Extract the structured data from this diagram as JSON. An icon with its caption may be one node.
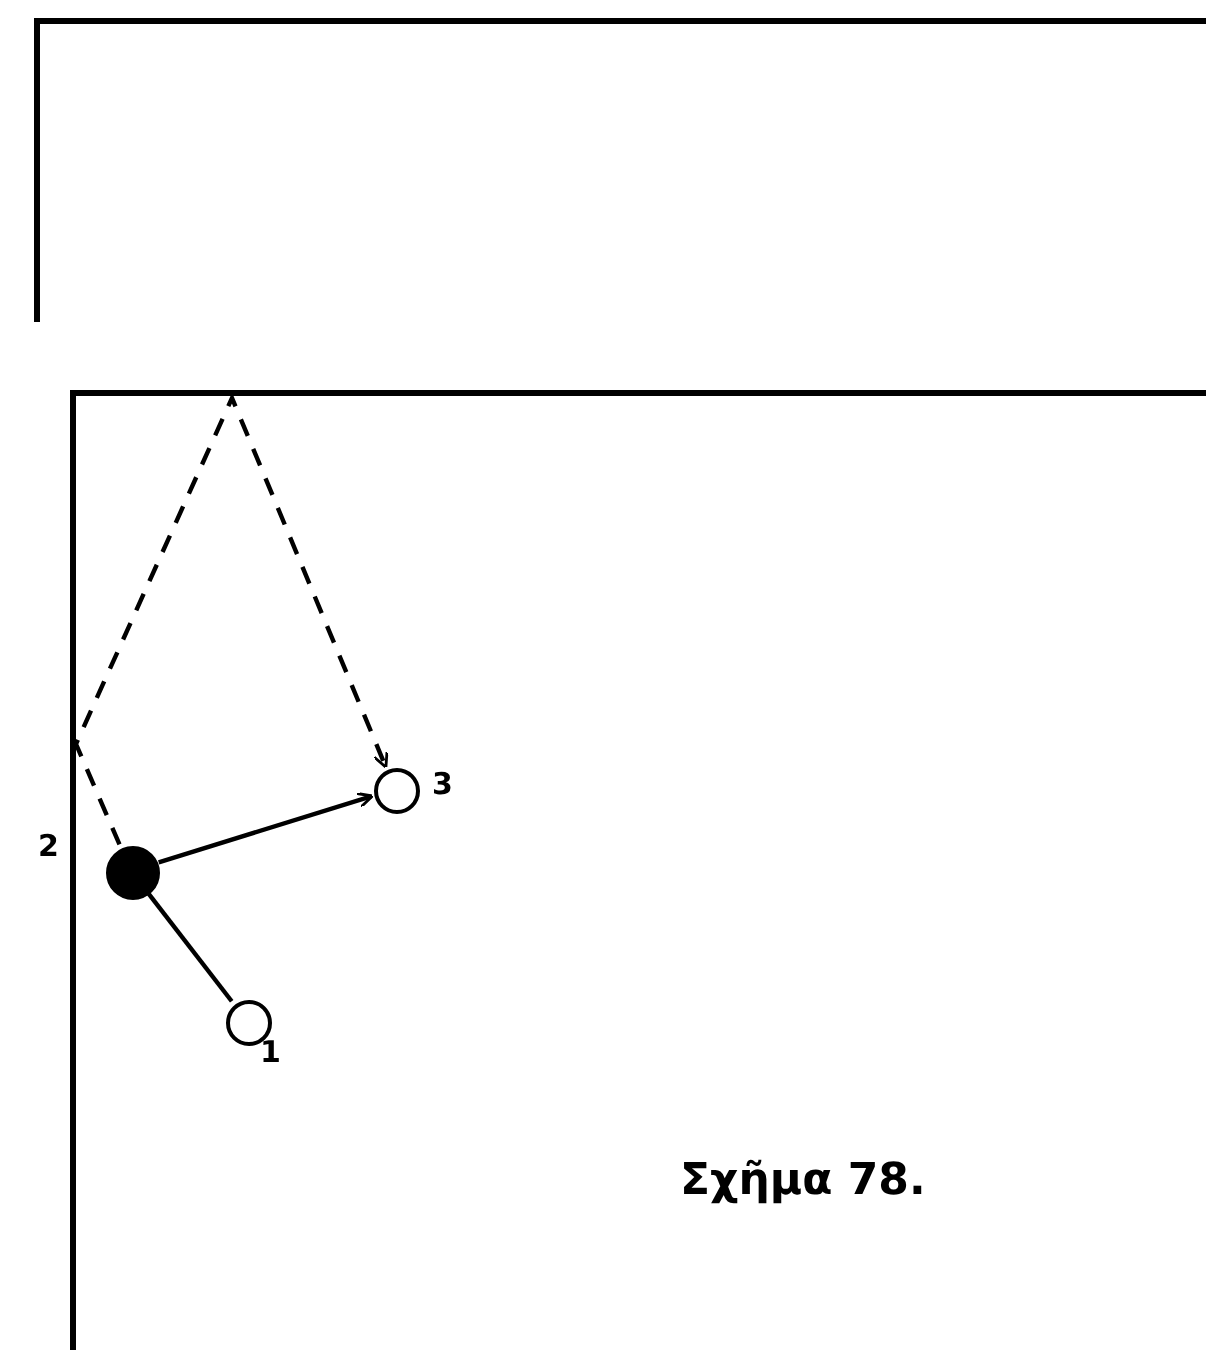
{
  "diagram": {
    "caption": "Σχῆμα 78.",
    "nodes": [
      {
        "text": [],
        "shape": "box"
      },
      {
        "text": [],
        "shape": "box"
      },
      {
        "text": [],
        "shape": "circle",
        "in": 1,
        "beside": [
          "1"
        ]
      },
      {
        "text": [],
        "shape": "circle",
        "in": 1,
        "beside": [
          "2"
        ]
      },
      {
        "text": [],
        "shape": "circle",
        "in": 1,
        "beside": [
          "3"
        ]
      }
    ],
    "edges": [
      {
        "from": 2,
        "to": 3,
        "arrow": "none"
      },
      {
        "from": 3,
        "to": 4,
        "arrow": "to"
      },
      {
        "from": 3,
        "to": 4,
        "arrow": "to",
        "style": "dashed"
      }
    ]
  }
}
